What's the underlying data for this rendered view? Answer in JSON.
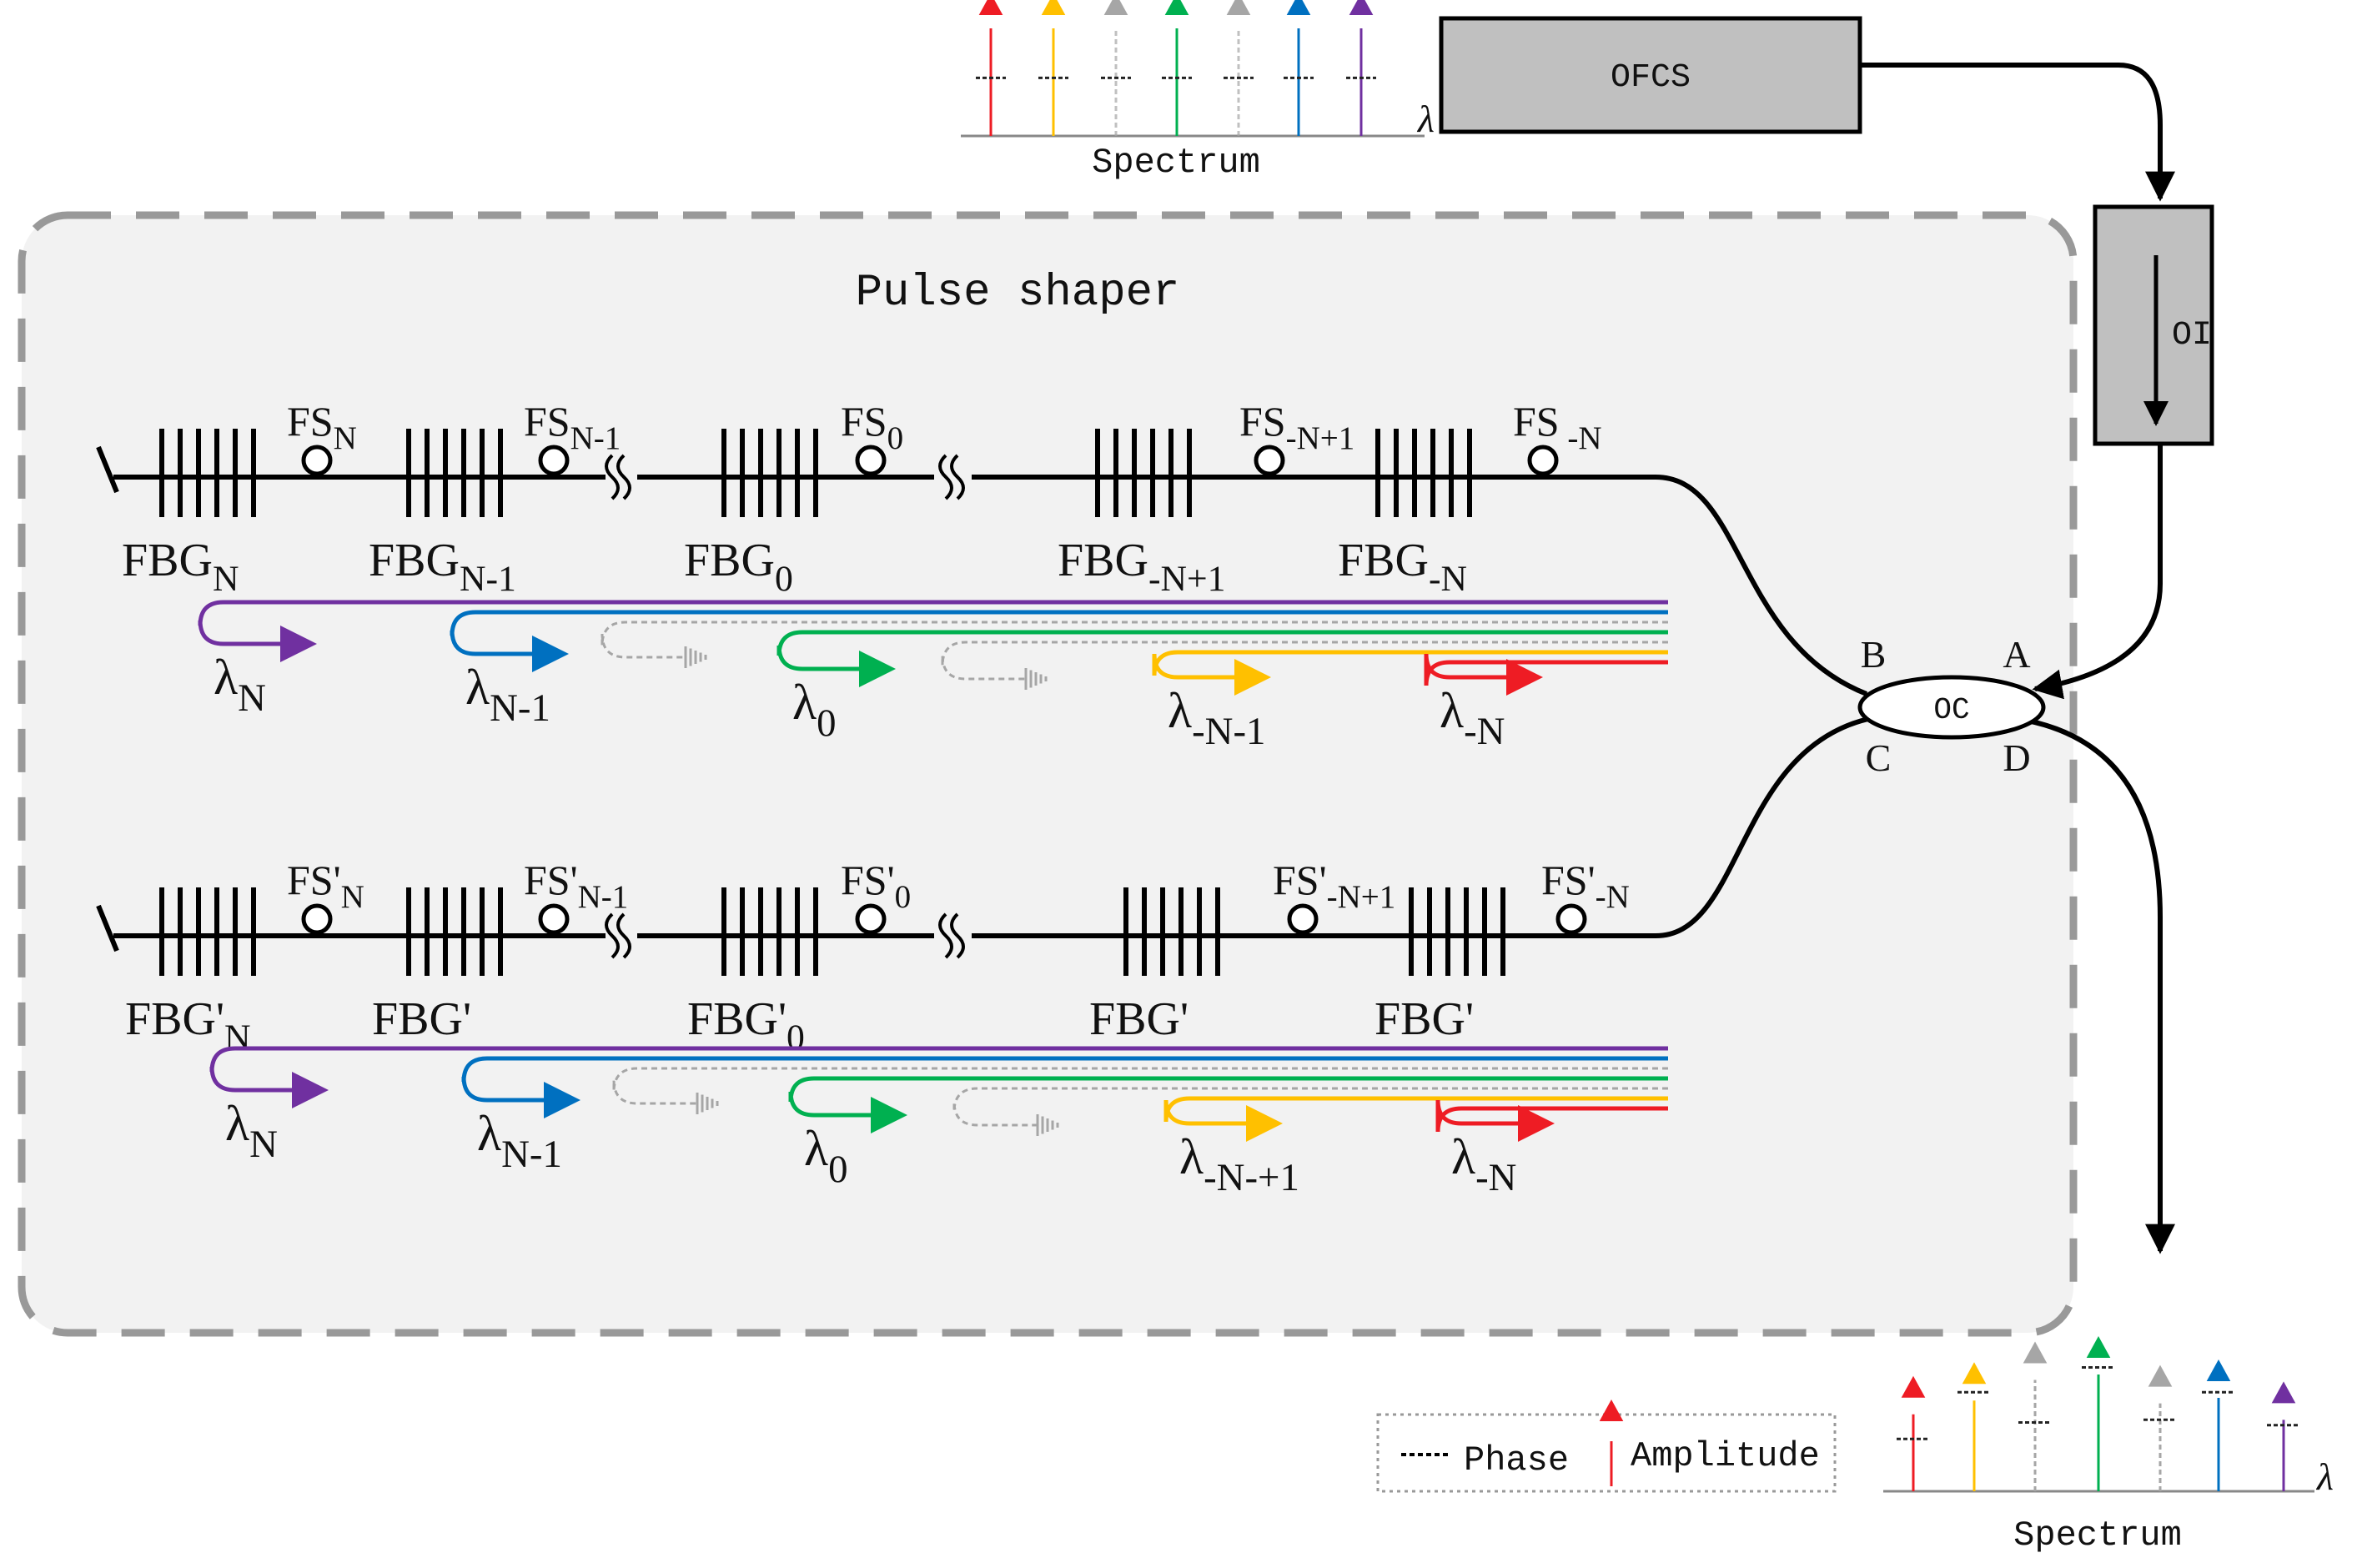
{
  "colors": {
    "red": "#ee1c24",
    "yellow": "#ffc000",
    "gray": "#a6a6a6",
    "green": "#00b050",
    "blue": "#0070c0",
    "purple": "#7030a0",
    "box_fill": "#c0c0c0",
    "panel_fill": "#f2f2f2",
    "panel_border": "#999999"
  },
  "top": {
    "ofcs_label": "OFCS",
    "oi_label": "OI",
    "spectrum_label": "Spectrum",
    "lambda": "λ",
    "comb_colors": [
      "red",
      "yellow",
      "gray",
      "green",
      "gray",
      "blue",
      "purple"
    ],
    "comb_phase_levels": [
      0.48,
      0.48,
      0.48,
      0.48,
      0.48,
      0.48,
      0.48
    ]
  },
  "pulse_shaper": {
    "title": "Pulse shaper",
    "upper": {
      "fs": [
        {
          "base": "FS",
          "sub": "N"
        },
        {
          "base": "FS",
          "sub": "N-1"
        },
        {
          "base": "FS",
          "sub": "0"
        },
        {
          "base": "FS",
          "sub": "-N+1"
        },
        {
          "base": "FS",
          "sub": " -N"
        }
      ],
      "fbg": [
        {
          "base": "FBG",
          "sub": "N"
        },
        {
          "base": "FBG",
          "sub": "N-1"
        },
        {
          "base": "FBG",
          "sub": "0"
        },
        {
          "base": "FBG",
          "sub": "-N+1"
        },
        {
          "base": "FBG",
          "sub": "-N"
        }
      ],
      "lambdas": [
        {
          "sub": "N",
          "color": "purple"
        },
        {
          "sub": "N-1",
          "color": "blue"
        },
        {
          "sub": "",
          "color": "gray"
        },
        {
          "sub": "0",
          "color": "green"
        },
        {
          "sub": "",
          "color": "gray"
        },
        {
          "sub": "-N-1",
          "color": "yellow"
        },
        {
          "sub": "-N",
          "color": "red"
        }
      ]
    },
    "lower": {
      "fs": [
        {
          "base": "FS'",
          "sub": "N"
        },
        {
          "base": "FS'",
          "sub": "N-1"
        },
        {
          "base": "FS'",
          "sub": "0"
        },
        {
          "base": "FS'",
          "sub": "-N+1"
        },
        {
          "base": "FS'",
          "sub": "-N"
        }
      ],
      "fbg": [
        {
          "base": "FBG'",
          "sub": "N"
        },
        {
          "base": "FBG'",
          "sub": ""
        },
        {
          "base": "FBG'",
          "sub": "0"
        },
        {
          "base": "FBG'",
          "sub": ""
        },
        {
          "base": "FBG'",
          "sub": ""
        }
      ],
      "lambdas": [
        {
          "sub": "N",
          "color": "purple"
        },
        {
          "sub": "N-1",
          "color": "blue"
        },
        {
          "sub": "",
          "color": "gray"
        },
        {
          "sub": "0",
          "color": "green"
        },
        {
          "sub": "",
          "color": "gray"
        },
        {
          "sub": "-N-+1",
          "color": "yellow"
        },
        {
          "sub": "-N",
          "color": "red"
        }
      ]
    }
  },
  "coupler": {
    "label": "OC",
    "ports": {
      "A": "A",
      "B": "B",
      "C": "C",
      "D": "D"
    }
  },
  "legend": {
    "phase": "Phase",
    "amplitude": "Amplitude"
  },
  "bottom": {
    "spectrum_label": "Spectrum",
    "lambda": "λ",
    "comb_colors": [
      "red",
      "yellow",
      "gray",
      "green",
      "gray",
      "blue",
      "purple"
    ],
    "amplitude_levels": [
      0.68,
      0.78,
      0.93,
      0.97,
      0.76,
      0.8,
      0.64
    ],
    "phase_levels": [
      0.38,
      0.72,
      0.5,
      0.9,
      0.52,
      0.72,
      0.48
    ]
  }
}
